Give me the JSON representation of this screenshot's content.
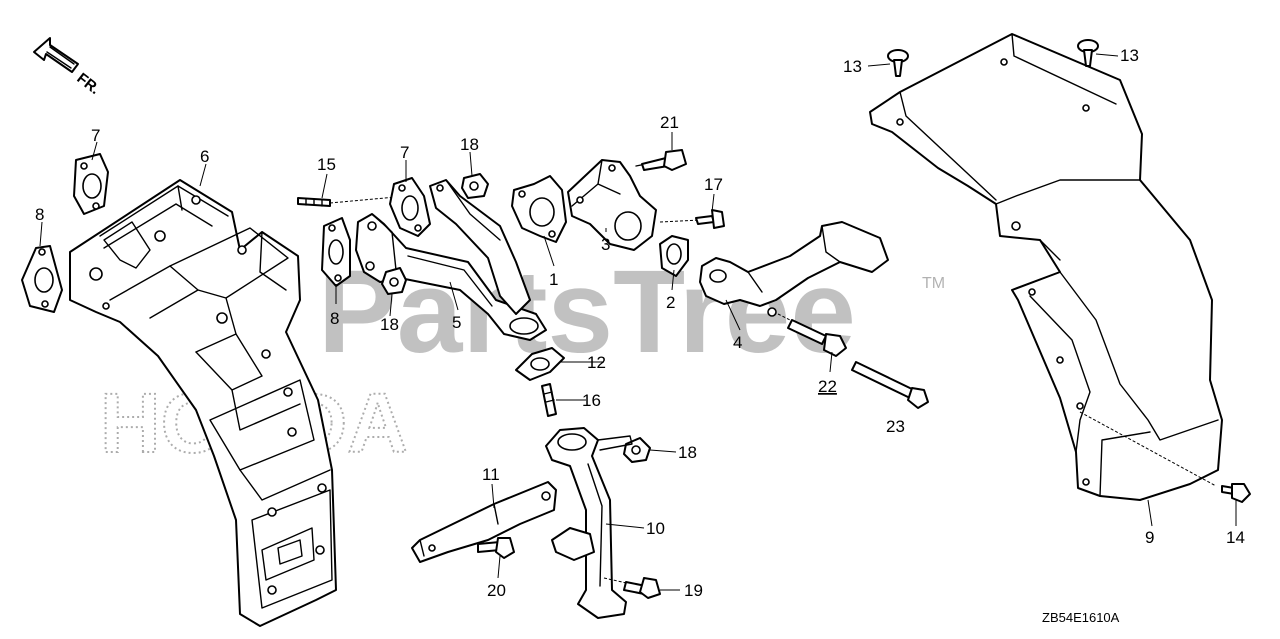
{
  "diagram": {
    "direction_label": "FR.",
    "drawing_code": "ZB54E1610A",
    "watermark": {
      "brand": "PartsTree",
      "trademark": "TM",
      "manufacturer": "HONDA"
    },
    "callouts": {
      "c1": "1",
      "c2": "2",
      "c3": "3",
      "c4": "4",
      "c5": "5",
      "c6": "6",
      "c7a": "7",
      "c7b": "7",
      "c8a": "8",
      "c8b": "8",
      "c9": "9",
      "c10": "10",
      "c11": "11",
      "c12": "12",
      "c13a": "13",
      "c13b": "13",
      "c14": "14",
      "c15": "15",
      "c16": "16",
      "c17": "17",
      "c18a": "18",
      "c18b": "18",
      "c18c": "18",
      "c19": "19",
      "c20": "20",
      "c21": "21",
      "c22": "22",
      "c23": "23"
    }
  }
}
